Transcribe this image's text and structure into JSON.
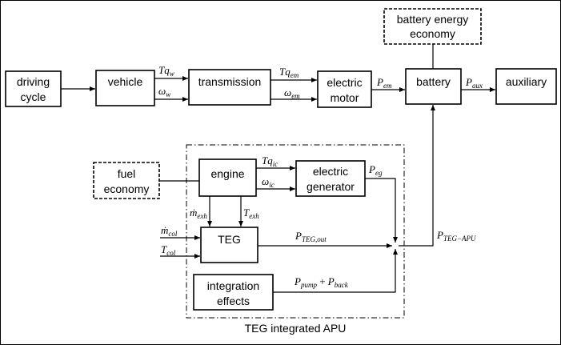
{
  "blocks": {
    "driving_cycle": [
      "driving",
      "cycle"
    ],
    "vehicle": "vehicle",
    "transmission": "transmission",
    "electric_motor": [
      "electric",
      "motor"
    ],
    "battery": "battery",
    "auxiliary": "auxiliary",
    "battery_energy_economy": [
      "battery energy",
      "economy"
    ],
    "fuel_economy": [
      "fuel",
      "economy"
    ],
    "engine": "engine",
    "electric_generator": [
      "electric",
      "generator"
    ],
    "teg": "TEG",
    "integration_effects": [
      "integration",
      "effects"
    ],
    "apu_caption": "TEG integrated APU"
  },
  "signals": {
    "tq_w": {
      "base": "Tq",
      "sub": "w"
    },
    "omega_w": {
      "base": "ω",
      "sub": "w"
    },
    "tq_em": {
      "base": "Tq",
      "sub": "em"
    },
    "omega_em": {
      "base": "ω",
      "sub": "em"
    },
    "p_em": {
      "base": "P",
      "sub": "em"
    },
    "p_aux": {
      "base": "P",
      "sub": "aux"
    },
    "tq_ic": {
      "base": "Tq",
      "sub": "ic"
    },
    "omega_ic": {
      "base": "ω",
      "sub": "ic"
    },
    "p_eg": {
      "base": "P",
      "sub": "eg"
    },
    "m_exh": {
      "base": "ṁ",
      "sub": "exh"
    },
    "t_exh": {
      "base": "T",
      "sub": "exh"
    },
    "m_col": {
      "base": "ṁ",
      "sub": "col"
    },
    "t_col": {
      "base": "T",
      "sub": "col"
    },
    "p_teg_out": {
      "base": "P",
      "sub": "TEG,out"
    },
    "p_teg_apu": {
      "base": "P",
      "sub": "TEG−APU"
    },
    "p_pump_back": {
      "base1": "P",
      "sub1": "pump",
      "op": " + ",
      "base2": "P",
      "sub2": "back"
    }
  }
}
